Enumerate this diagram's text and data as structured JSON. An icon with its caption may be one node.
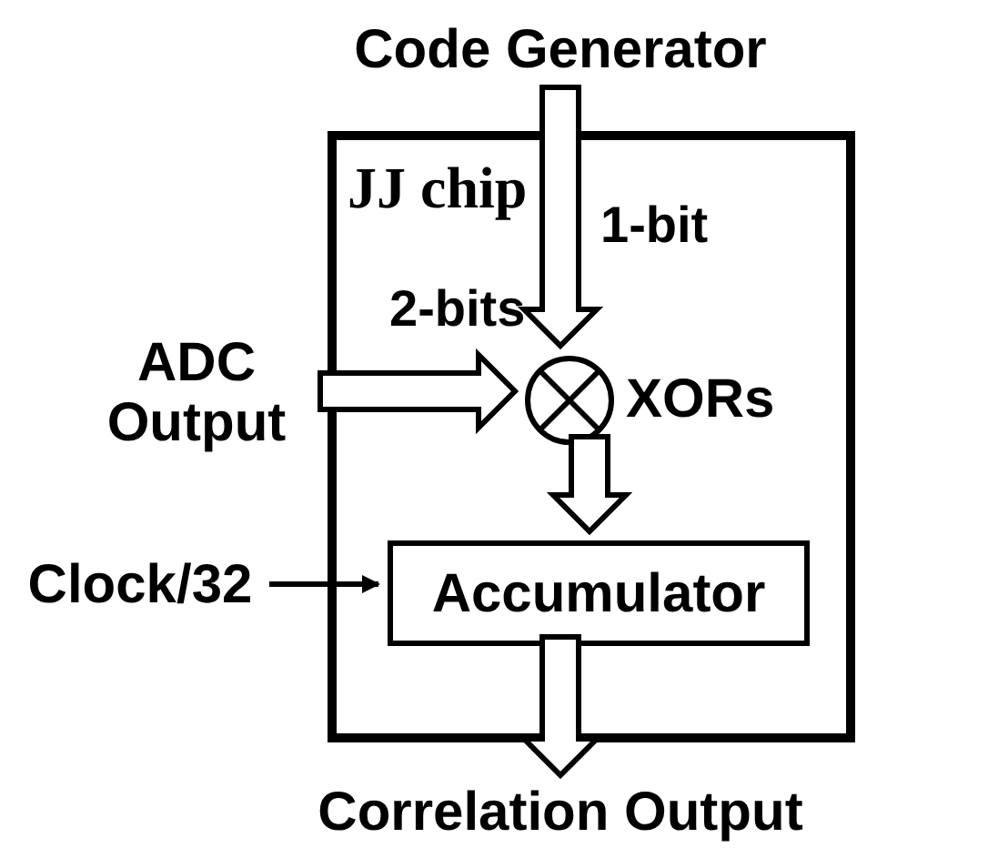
{
  "diagram": {
    "nodes": [
      {
        "text": [
          "Code Generator"
        ]
      },
      {
        "text": [
          "JJ chip"
        ]
      },
      {
        "text": [
          "ADC Output"
        ]
      },
      {
        "text": [],
        "shape": "circle",
        "in": 1,
        "beside": [
          "XORs"
        ]
      },
      {
        "text": [
          "Accumulator"
        ],
        "in": 1
      },
      {
        "text": [
          "Clock/32"
        ]
      },
      {
        "text": [
          "Correlation Output"
        ]
      }
    ],
    "edges": [
      {
        "from": 0,
        "to": 3,
        "arrow": "to",
        "label": "1-bit",
        "style": "thick"
      },
      {
        "from": 2,
        "to": 3,
        "arrow": "to",
        "label": "2-bits",
        "style": "thick"
      },
      {
        "from": 3,
        "to": 4,
        "arrow": "to",
        "style": "thick"
      },
      {
        "from": 5,
        "to": 4,
        "arrow": "to"
      },
      {
        "from": 4,
        "to": 6,
        "arrow": "to",
        "style": "thick"
      }
    ]
  }
}
